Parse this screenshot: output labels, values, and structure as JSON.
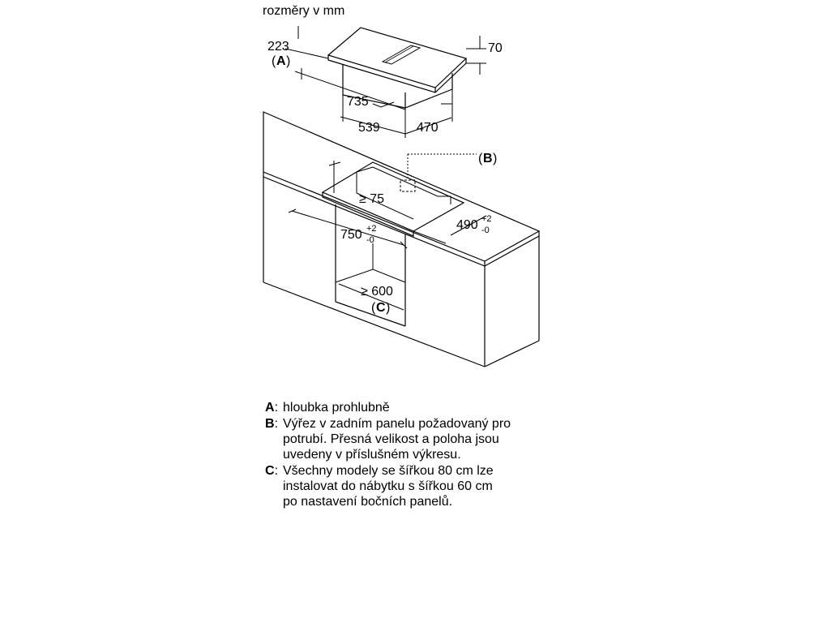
{
  "diagram": {
    "units_label": "rozměry v mm",
    "hob": {
      "depth_recess": "223",
      "depth_recess_ref": "A",
      "height": "70",
      "width_outer": "735",
      "width_inner": "539",
      "depth": "470"
    },
    "cutout": {
      "rear_panel_ref": "B",
      "min_distance": "≥ 75",
      "width": "750",
      "width_tol_plus": "+2",
      "width_tol_minus": "-0",
      "depth": "490",
      "depth_tol_plus": "+2",
      "depth_tol_minus": "-0",
      "cabinet_min_width": "≥ 600",
      "cabinet_ref": "C"
    }
  },
  "legend": {
    "items": [
      {
        "key": "A",
        "lines": [
          "hloubka prohlubně"
        ]
      },
      {
        "key": "B",
        "lines": [
          "Výřez v zadním panelu požadovaný pro",
          "potrubí. Přesná velikost a poloha jsou",
          "uvedeny v příslušném výkresu."
        ]
      },
      {
        "key": "C",
        "lines": [
          "Všechny modely se šířkou 80 cm lze",
          "instalovat do nábytku s šířkou 60 cm",
          "po nastavení bočních panelů."
        ]
      }
    ]
  }
}
